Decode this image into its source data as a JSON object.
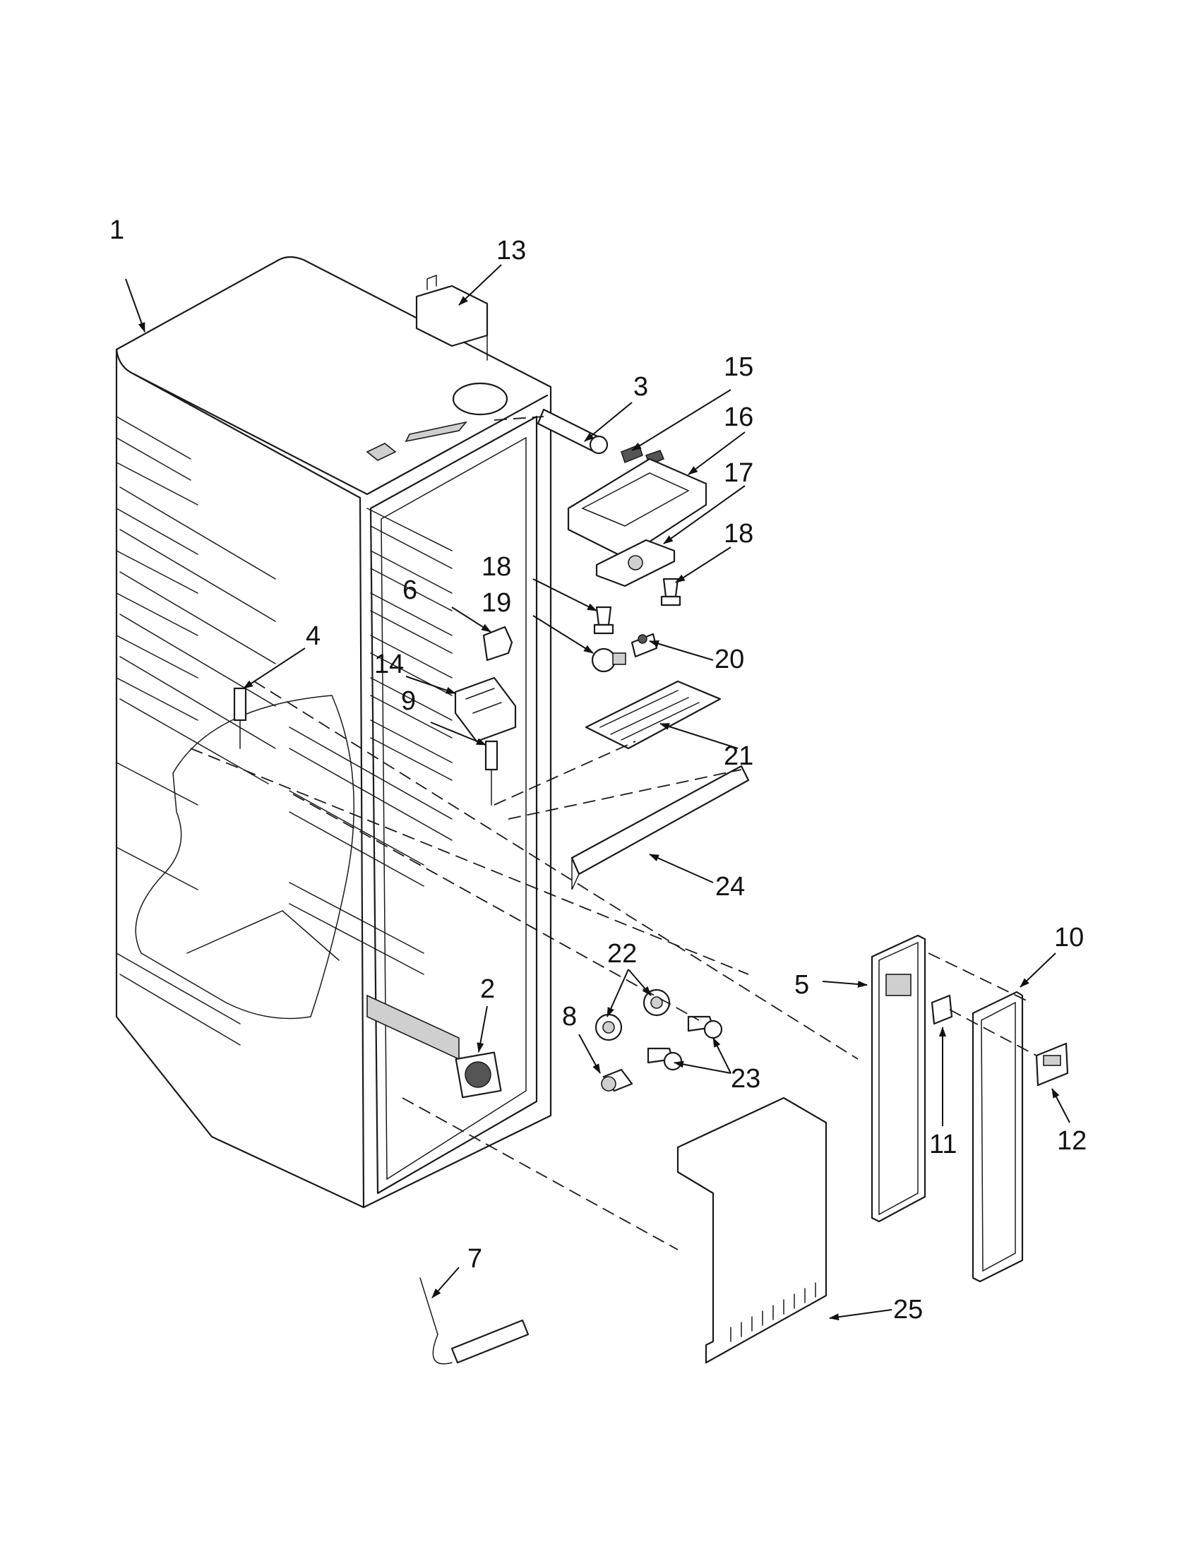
{
  "diagram": {
    "callouts": [
      {
        "id": "c1",
        "text": "1"
      },
      {
        "id": "c2",
        "text": "2"
      },
      {
        "id": "c3",
        "text": "3"
      },
      {
        "id": "c4",
        "text": "4"
      },
      {
        "id": "c5",
        "text": "5"
      },
      {
        "id": "c6",
        "text": "6"
      },
      {
        "id": "c7",
        "text": "7"
      },
      {
        "id": "c8",
        "text": "8"
      },
      {
        "id": "c9",
        "text": "9"
      },
      {
        "id": "c10",
        "text": "10"
      },
      {
        "id": "c11",
        "text": "11"
      },
      {
        "id": "c12",
        "text": "12"
      },
      {
        "id": "c13",
        "text": "13"
      },
      {
        "id": "c14",
        "text": "14"
      },
      {
        "id": "c15",
        "text": "15"
      },
      {
        "id": "c16",
        "text": "16"
      },
      {
        "id": "c17",
        "text": "17"
      },
      {
        "id": "c18a",
        "text": "18"
      },
      {
        "id": "c18b",
        "text": "18"
      },
      {
        "id": "c19",
        "text": "19"
      },
      {
        "id": "c20",
        "text": "20"
      },
      {
        "id": "c21",
        "text": "21"
      },
      {
        "id": "c22",
        "text": "22"
      },
      {
        "id": "c23",
        "text": "23"
      },
      {
        "id": "c24",
        "text": "24"
      },
      {
        "id": "c25",
        "text": "25"
      }
    ]
  },
  "colors": {
    "line": "#1a1a1a",
    "background": "#ffffff",
    "fill": "#cfcfcf"
  }
}
